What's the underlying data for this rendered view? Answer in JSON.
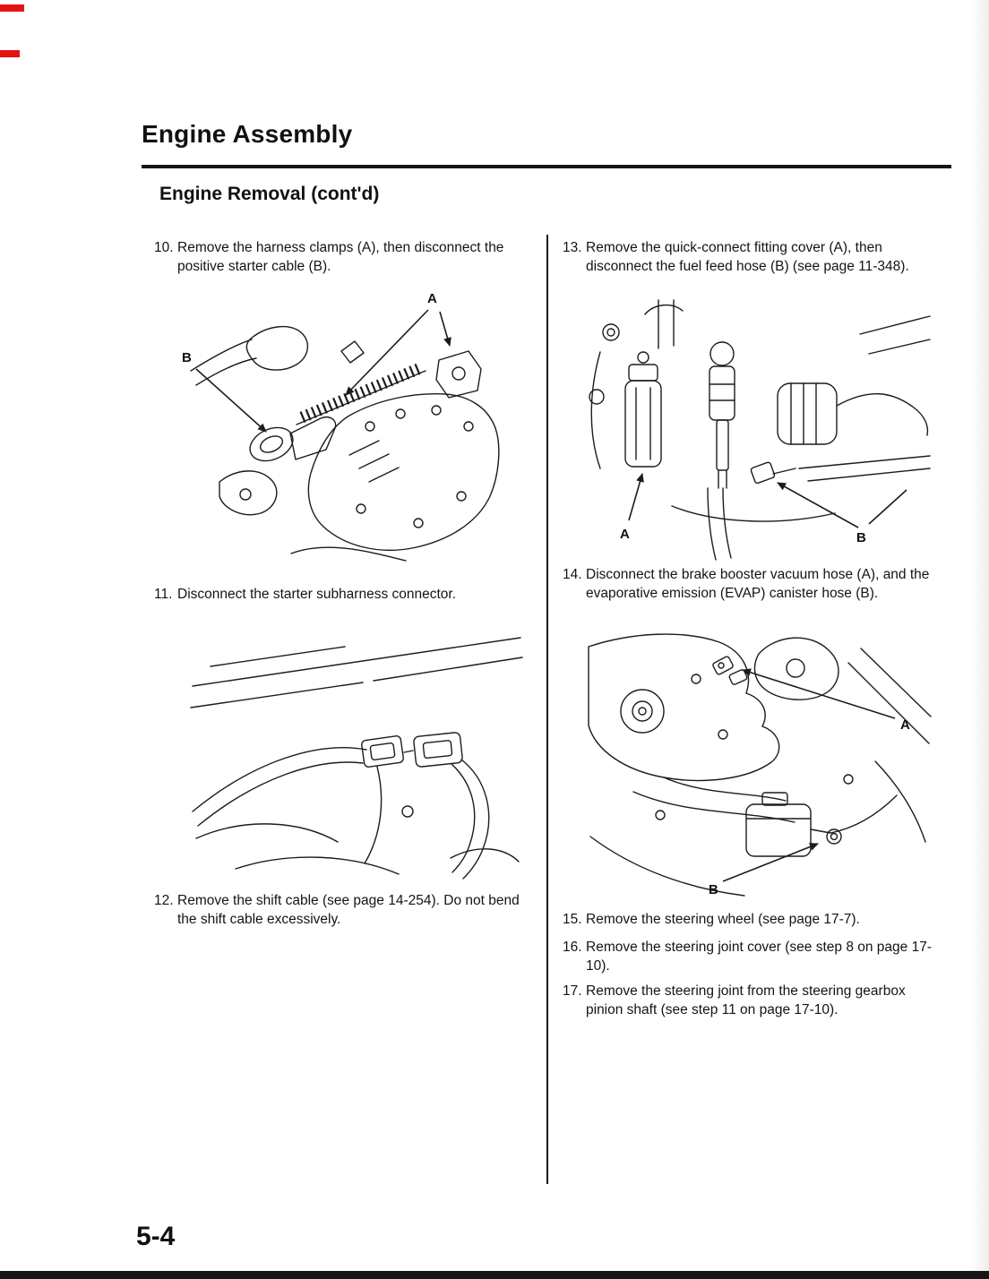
{
  "page": {
    "title": "Engine Assembly",
    "section_title": "Engine Removal (cont'd)",
    "page_number": "5-4"
  },
  "colors": {
    "ink": "#1c1c1c",
    "scan_mark_red": "#e51414",
    "paper": "#ffffff"
  },
  "steps": {
    "left": [
      {
        "num": "10.",
        "text": "Remove the harness clamps (A), then disconnect the positive starter cable (B)."
      },
      {
        "num": "11.",
        "text": "Disconnect the starter subharness connector."
      },
      {
        "num": "12.",
        "text": "Remove the shift cable (see page 14-254). Do not bend the shift cable excessively."
      }
    ],
    "right": [
      {
        "num": "13.",
        "text": "Remove the quick-connect fitting cover (A), then disconnect the fuel feed hose (B) (see page 11-348)."
      },
      {
        "num": "14.",
        "text": "Disconnect the brake booster vacuum hose (A), and the evaporative emission (EVAP) canister hose (B)."
      },
      {
        "num": "15.",
        "text": "Remove the steering wheel (see page 17-7)."
      },
      {
        "num": "16.",
        "text": "Remove the steering joint cover (see step 8 on page 17-10)."
      },
      {
        "num": "17.",
        "text": "Remove the steering joint from the steering gearbox pinion shaft (see step 11 on page 17-10)."
      }
    ]
  },
  "figures": {
    "harness_clamps": {
      "a": "A",
      "b": "B"
    },
    "quick_connect": {
      "a": "A",
      "b": "B"
    },
    "brake_booster": {
      "a": "A",
      "b": "B"
    }
  }
}
